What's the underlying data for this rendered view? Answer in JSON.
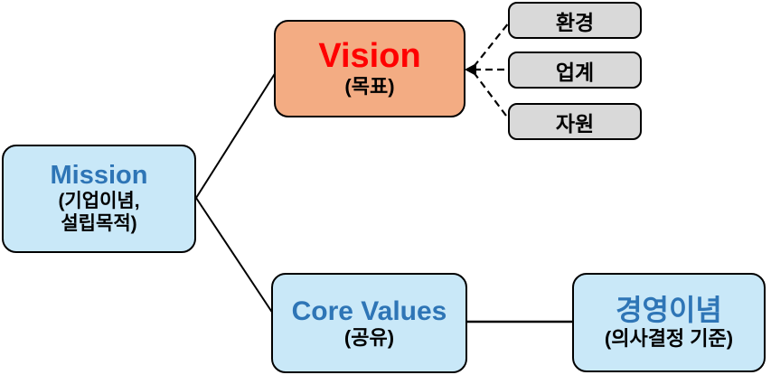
{
  "colors": {
    "node_blue_fill": "#C9E8F8",
    "node_orange_fill": "#F3AC83",
    "node_gray_fill": "#D9D9D9",
    "title_blue": "#2E75B6",
    "title_red": "#FF0000",
    "subtitle_black": "#000000",
    "connector_black": "#000000",
    "background": "#FFFFFF"
  },
  "diagram": {
    "mission": {
      "title": "Mission",
      "subtitle_line1": "(기업이념,",
      "subtitle_line2": "설립목적)"
    },
    "vision": {
      "title": "Vision",
      "subtitle": "(목표)"
    },
    "vision_factors": [
      {
        "label": "환경"
      },
      {
        "label": "업계"
      },
      {
        "label": "자원"
      }
    ],
    "core_values": {
      "title": "Core Values",
      "subtitle": "(공유)"
    },
    "management_philosophy": {
      "title": "경영이념",
      "subtitle": "(의사결정 기준)"
    }
  }
}
